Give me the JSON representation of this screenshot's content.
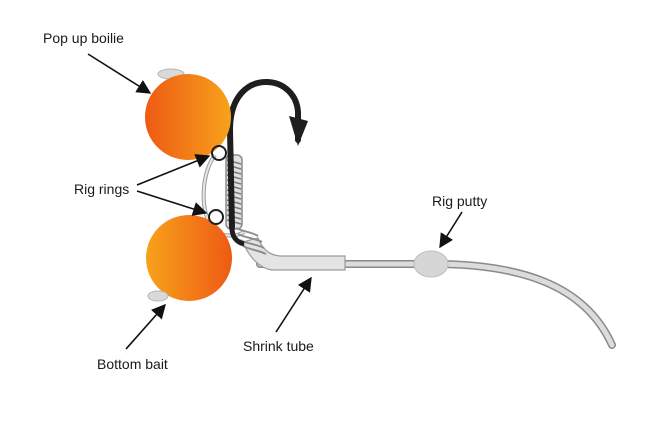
{
  "labels": {
    "popup": "Pop up boilie",
    "rig_rings": "Rig rings",
    "rig_putty": "Rig putty",
    "shrink_tube": "Shrink tube",
    "bottom_bait": "Bottom bait"
  },
  "colors": {
    "bait_light": "#f7a21b",
    "bait_dark": "#ee5a14",
    "hook": "#1e1e1e",
    "line_fill": "#dcdcdc",
    "line_stroke": "#8a8a8a",
    "tube": "#e4e4e4",
    "putty": "#d6d6d6",
    "arrow": "#111111"
  }
}
